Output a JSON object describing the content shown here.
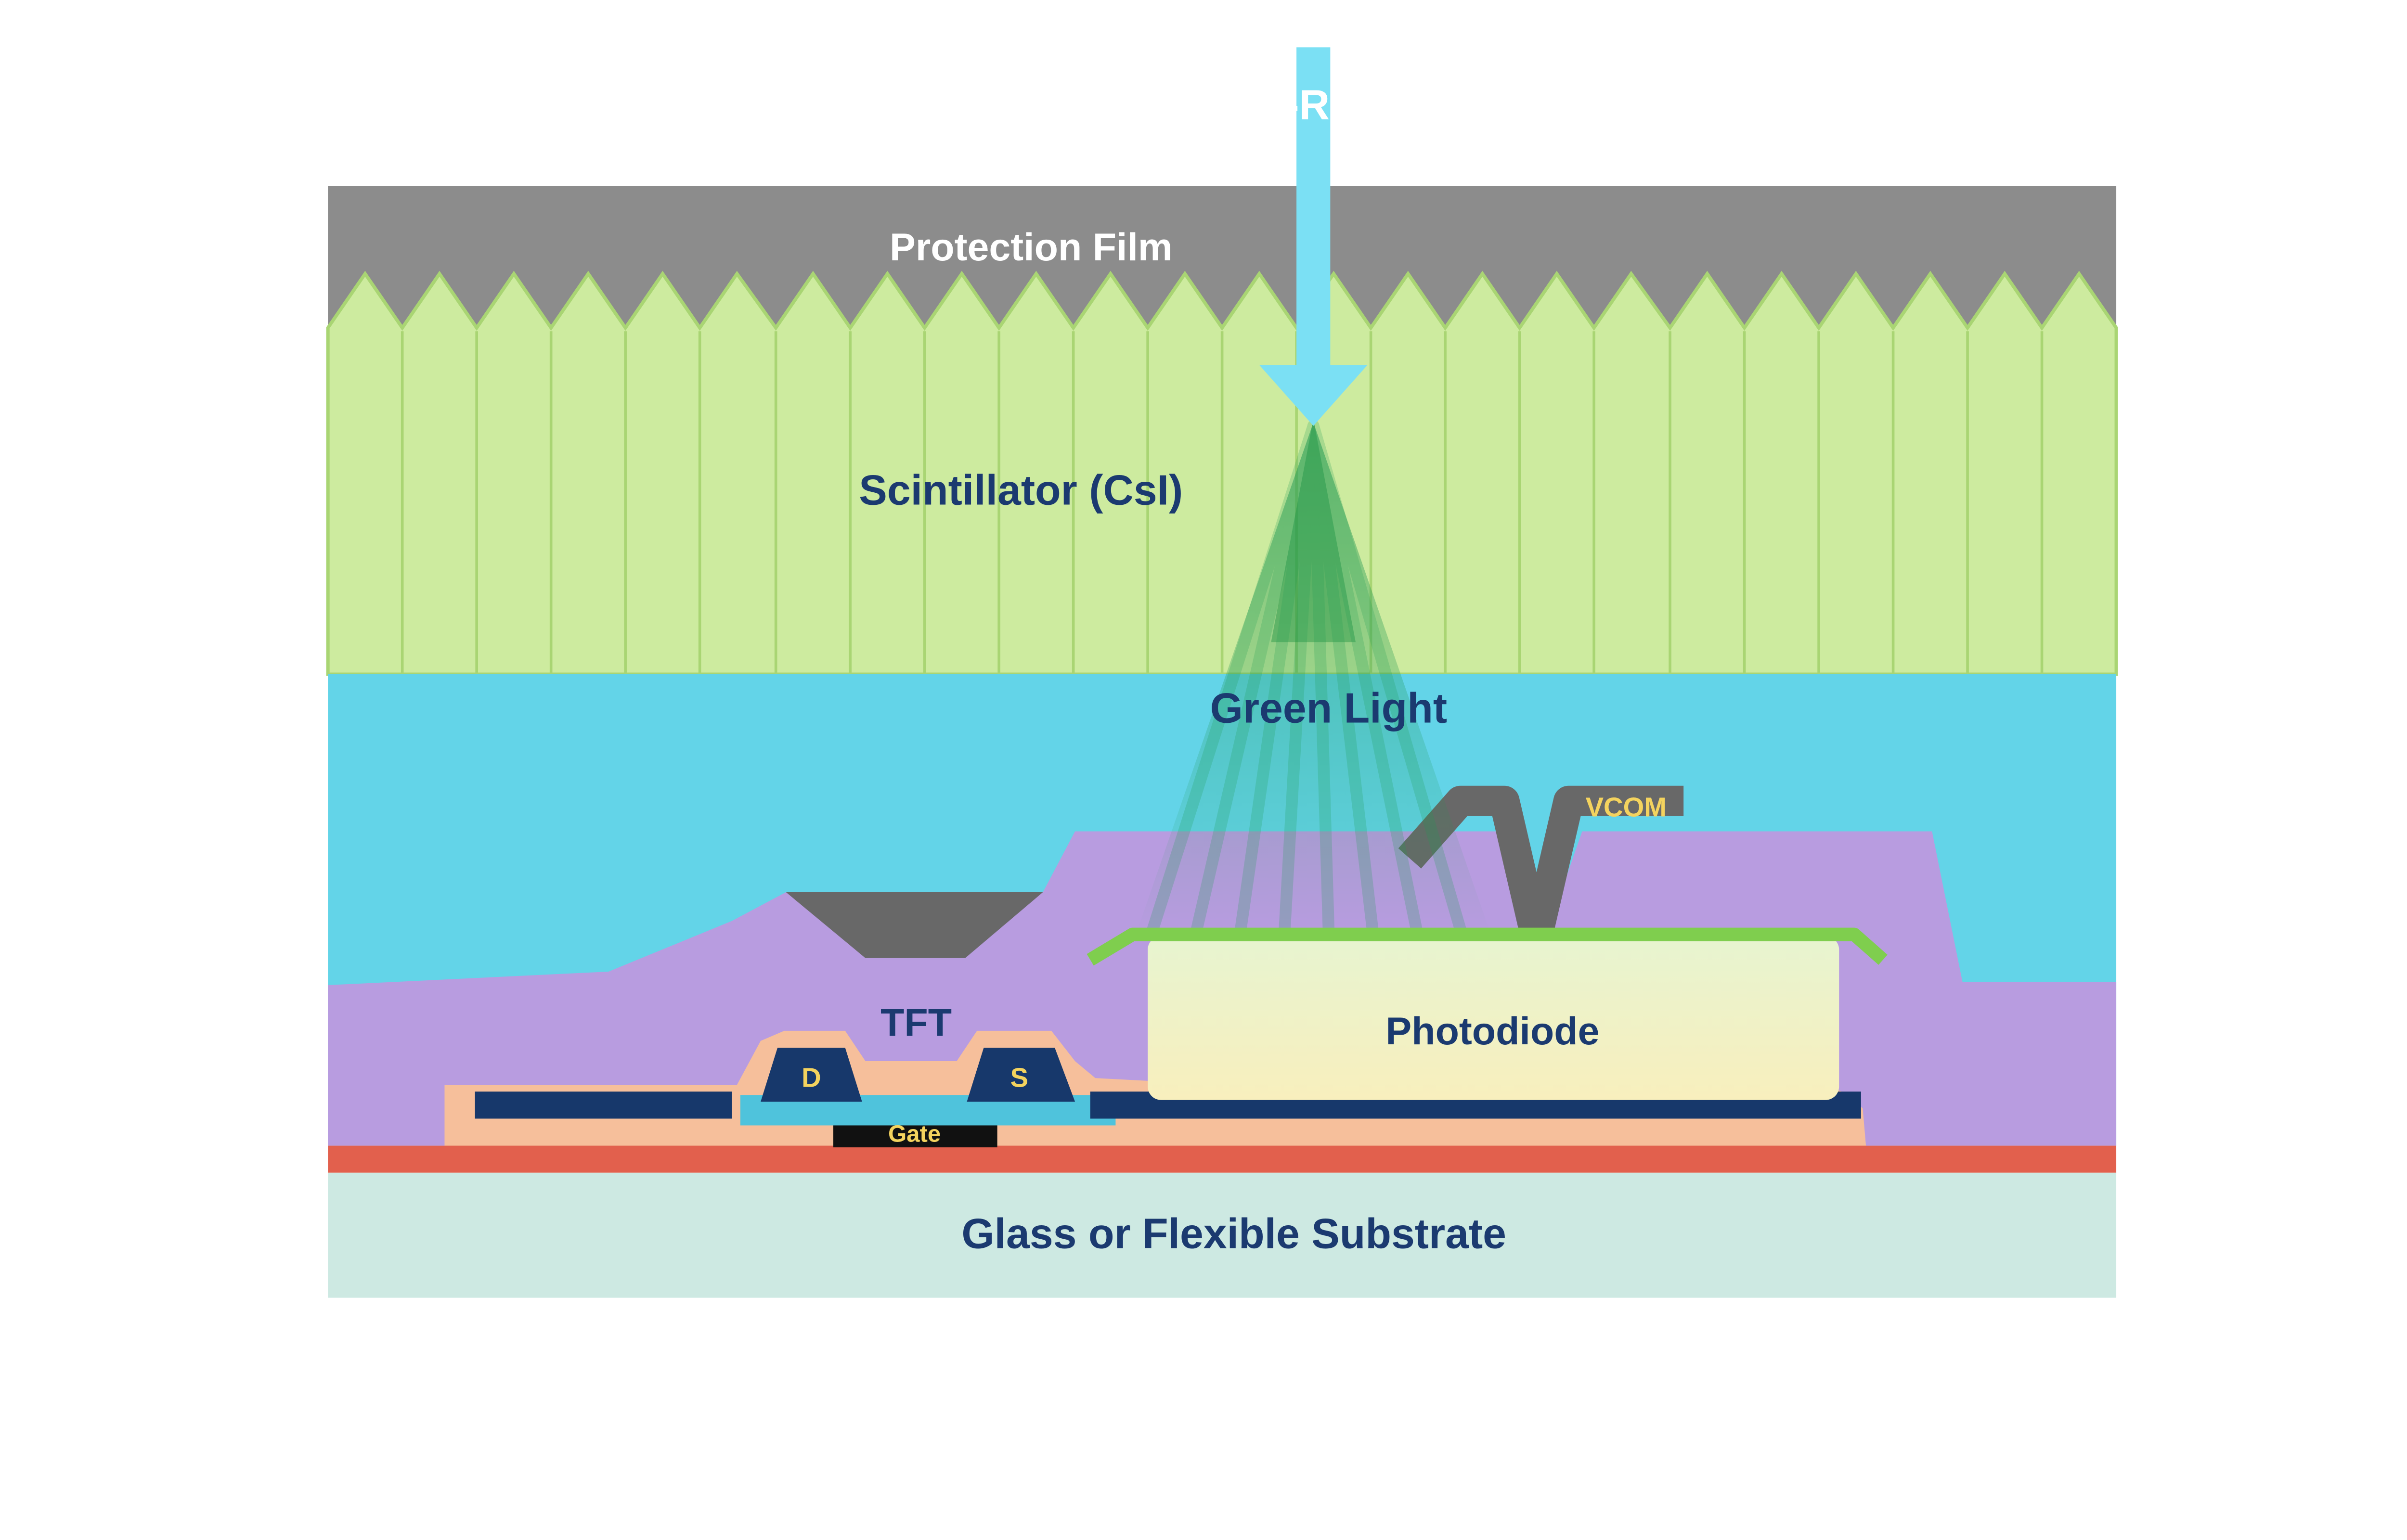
{
  "diagram": {
    "labels": {
      "xray": "X-Ray",
      "protection_film": "Protection Film",
      "scintillator": "Scintillator (CsI)",
      "green_light": "Green Light",
      "vcom": "VCOM",
      "photodiode": "Photodiode",
      "tft": "TFT",
      "drain": "D",
      "source": "S",
      "gate": "Gate",
      "substrate": "Glass or Flexible Substrate"
    },
    "colors": {
      "protection_film_gray": "#8c8c8c",
      "scintillator_green": "#cdeb9f",
      "scintillator_edge": "#a9d573",
      "air_gap_cyan": "#63d4e8",
      "xray_arrow_cyan": "#7be0f4",
      "planarization_purple": "#b89ce0",
      "electrode_gray": "#686868",
      "metal_navy": "#17386b",
      "channel_cyan": "#4fc3dc",
      "insulator_peach": "#f6bf9b",
      "gate_black": "#111111",
      "bias_line_red": "#e2604d",
      "substrate_teal": "#cde9e2",
      "label_navy": "#1b3a70",
      "label_yellow": "#f4d35e",
      "green_light_ray": "#1f9e55",
      "photodiode_top_green": "#7fce4e"
    }
  }
}
